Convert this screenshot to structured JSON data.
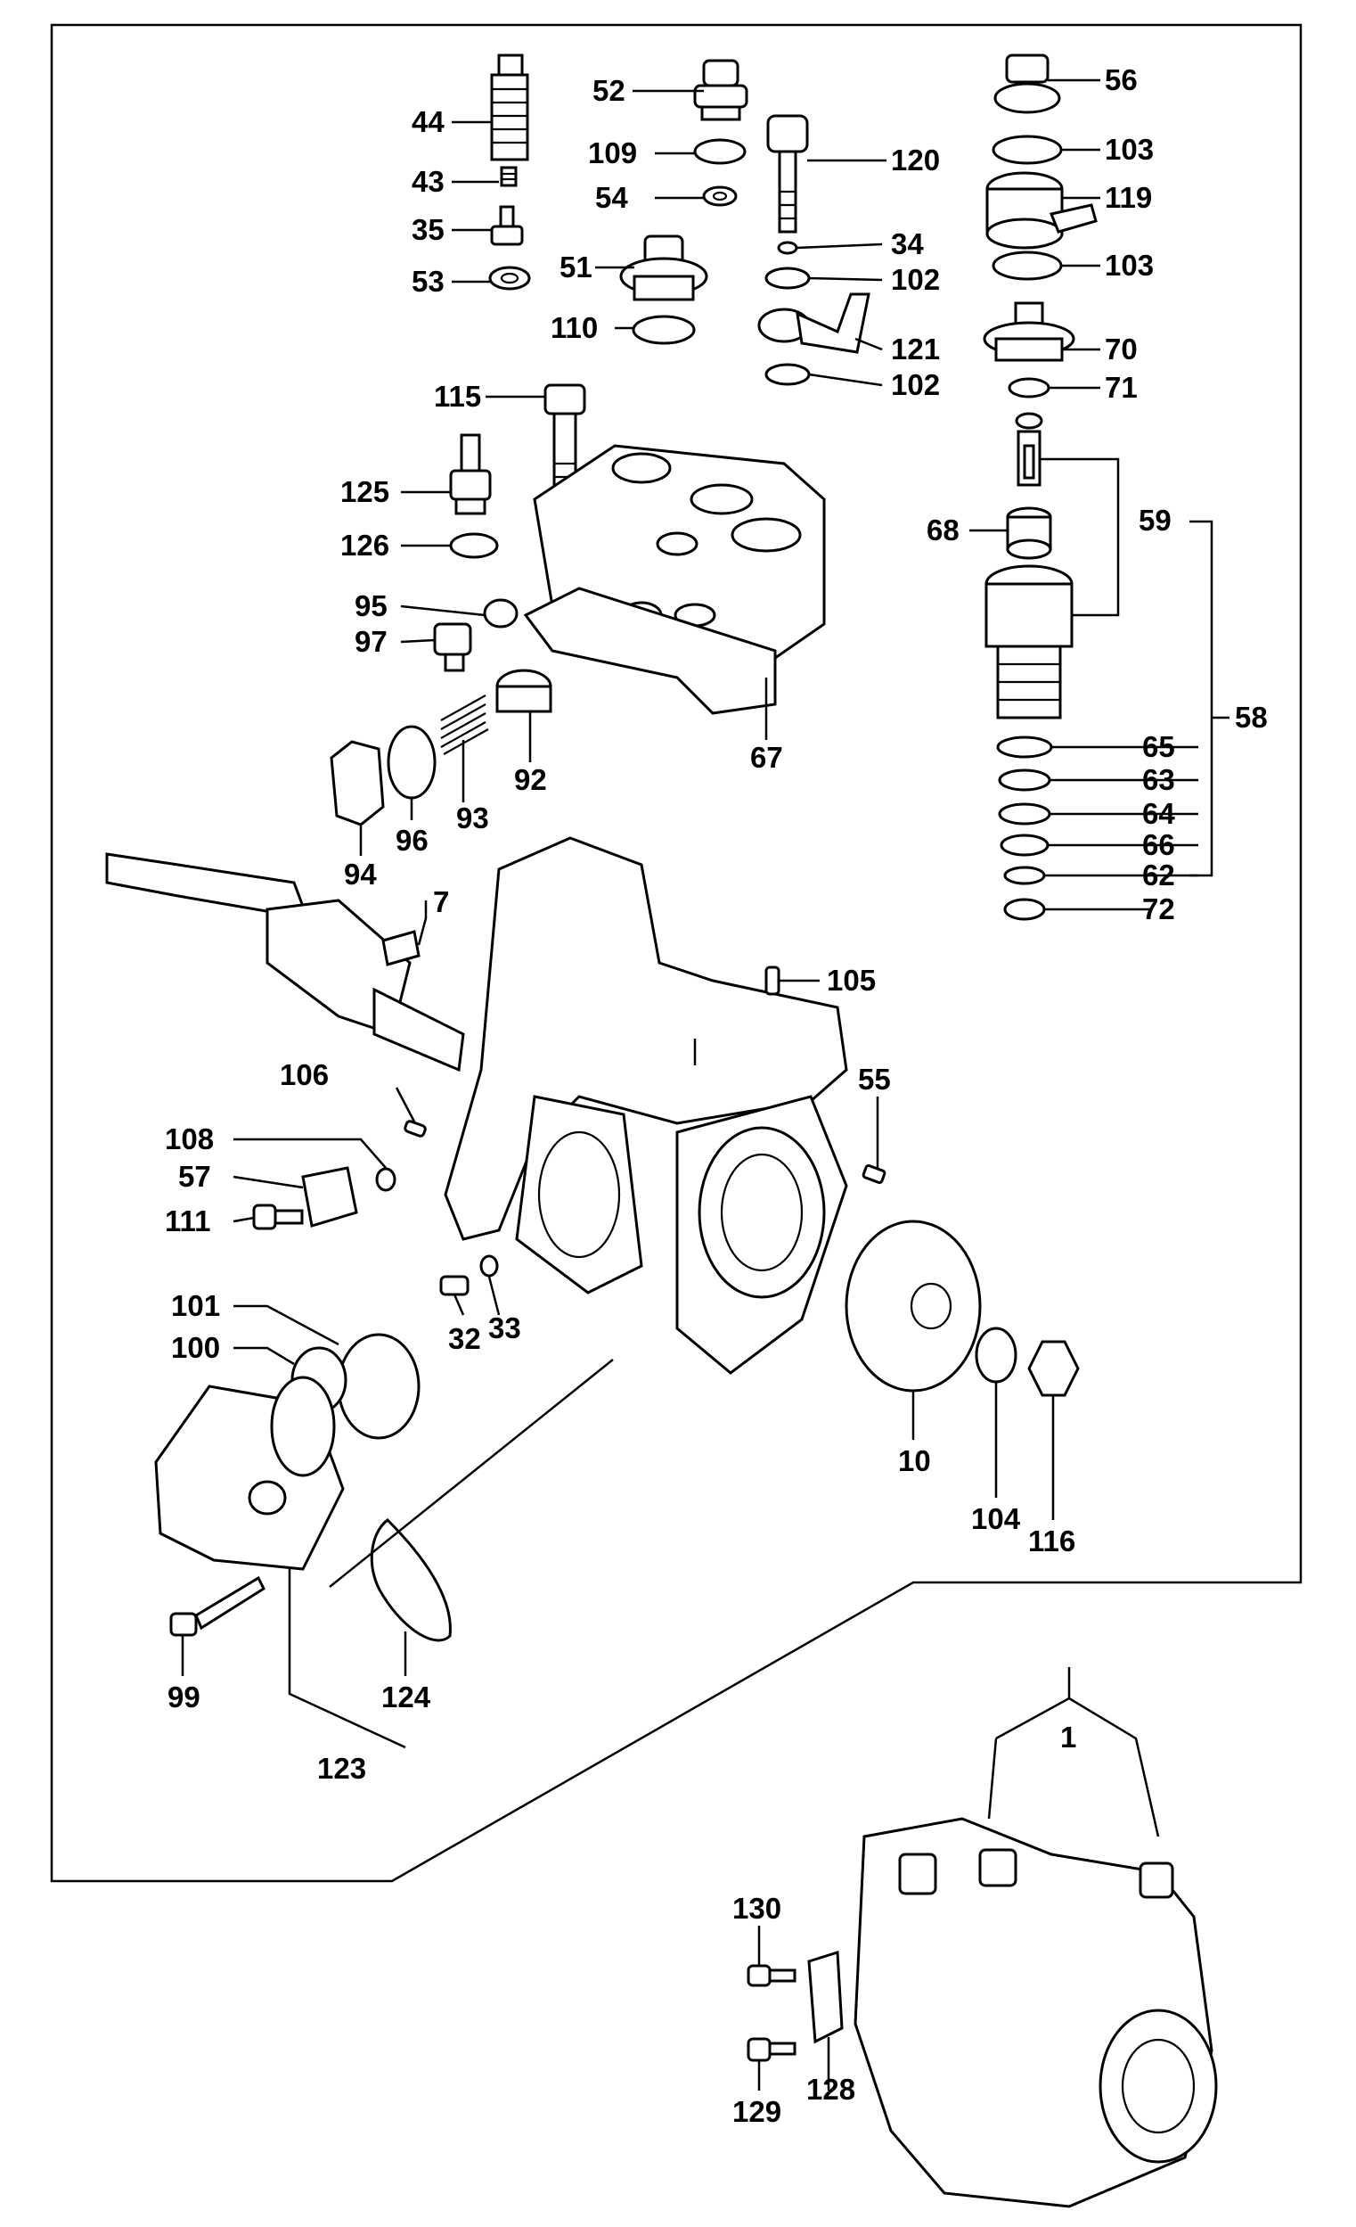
{
  "diagram": {
    "type": "exploded-parts-view",
    "callouts": [
      {
        "id": "c44",
        "label": "44"
      },
      {
        "id": "c43",
        "label": "43"
      },
      {
        "id": "c35",
        "label": "35"
      },
      {
        "id": "c53",
        "label": "53"
      },
      {
        "id": "c52",
        "label": "52"
      },
      {
        "id": "c109",
        "label": "109"
      },
      {
        "id": "c54",
        "label": "54"
      },
      {
        "id": "c51",
        "label": "51"
      },
      {
        "id": "c110",
        "label": "110"
      },
      {
        "id": "c120",
        "label": "120"
      },
      {
        "id": "c34",
        "label": "34"
      },
      {
        "id": "c102a",
        "label": "102"
      },
      {
        "id": "c121",
        "label": "121"
      },
      {
        "id": "c102b",
        "label": "102"
      },
      {
        "id": "c56",
        "label": "56"
      },
      {
        "id": "c103a",
        "label": "103"
      },
      {
        "id": "c119",
        "label": "119"
      },
      {
        "id": "c103b",
        "label": "103"
      },
      {
        "id": "c70",
        "label": "70"
      },
      {
        "id": "c71",
        "label": "71"
      },
      {
        "id": "c115",
        "label": "115"
      },
      {
        "id": "c125",
        "label": "125"
      },
      {
        "id": "c126",
        "label": "126"
      },
      {
        "id": "c95",
        "label": "95"
      },
      {
        "id": "c97",
        "label": "97"
      },
      {
        "id": "c68",
        "label": "68"
      },
      {
        "id": "c59",
        "label": "59"
      },
      {
        "id": "c58",
        "label": "58"
      },
      {
        "id": "c67",
        "label": "67"
      },
      {
        "id": "c92",
        "label": "92"
      },
      {
        "id": "c93",
        "label": "93"
      },
      {
        "id": "c96",
        "label": "96"
      },
      {
        "id": "c94",
        "label": "94"
      },
      {
        "id": "c65",
        "label": "65"
      },
      {
        "id": "c63",
        "label": "63"
      },
      {
        "id": "c64",
        "label": "64"
      },
      {
        "id": "c66",
        "label": "66"
      },
      {
        "id": "c62",
        "label": "62"
      },
      {
        "id": "c72",
        "label": "72"
      },
      {
        "id": "c7",
        "label": "7"
      },
      {
        "id": "c105",
        "label": "105"
      },
      {
        "id": "c106",
        "label": "106"
      },
      {
        "id": "c55",
        "label": "55"
      },
      {
        "id": "c108",
        "label": "108"
      },
      {
        "id": "c57",
        "label": "57"
      },
      {
        "id": "c111",
        "label": "111"
      },
      {
        "id": "c32",
        "label": "32"
      },
      {
        "id": "c33",
        "label": "33"
      },
      {
        "id": "c101",
        "label": "101"
      },
      {
        "id": "c100",
        "label": "100"
      },
      {
        "id": "c10",
        "label": "10"
      },
      {
        "id": "c104",
        "label": "104"
      },
      {
        "id": "c116",
        "label": "116"
      },
      {
        "id": "c99",
        "label": "99"
      },
      {
        "id": "c124",
        "label": "124"
      },
      {
        "id": "c123",
        "label": "123"
      },
      {
        "id": "c1",
        "label": "1"
      },
      {
        "id": "c130",
        "label": "130"
      },
      {
        "id": "c129",
        "label": "129"
      },
      {
        "id": "c128",
        "label": "128"
      }
    ]
  }
}
